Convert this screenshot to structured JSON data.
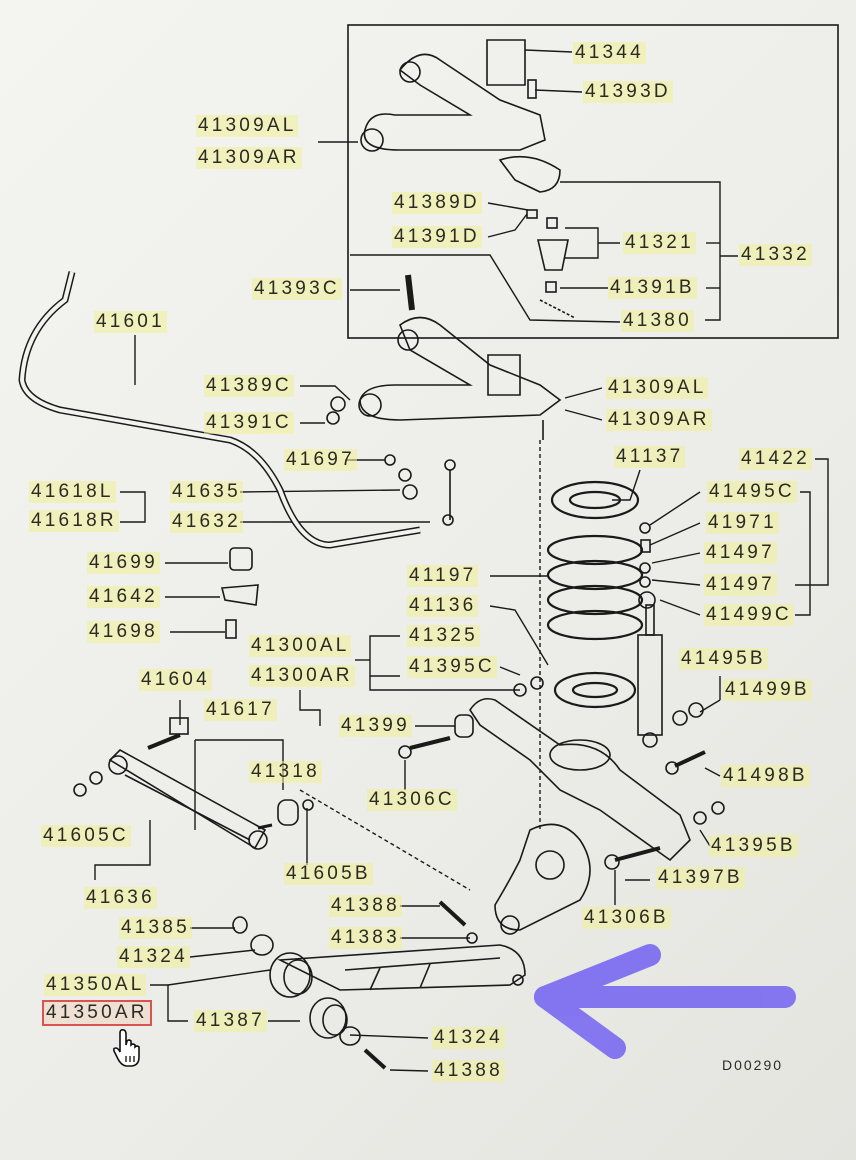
{
  "diagram_code": "D00290",
  "selected_part": "41350AR",
  "accent_colors": {
    "highlight": "#f0f096",
    "selection_box": "#d9534f",
    "arrow": "#7b6cf0"
  },
  "labels": [
    {
      "id": "l41344",
      "text": "41344"
    },
    {
      "id": "l41393D",
      "text": "41393D"
    },
    {
      "id": "l41309AL_top",
      "text": "41309AL"
    },
    {
      "id": "l41309AR_top",
      "text": "41309AR"
    },
    {
      "id": "l41389D",
      "text": "41389D"
    },
    {
      "id": "l41391D",
      "text": "41391D"
    },
    {
      "id": "l41321",
      "text": "41321"
    },
    {
      "id": "l41332",
      "text": "41332"
    },
    {
      "id": "l41391B",
      "text": "41391B"
    },
    {
      "id": "l41380",
      "text": "41380"
    },
    {
      "id": "l41393C",
      "text": "41393C"
    },
    {
      "id": "l41601",
      "text": "41601"
    },
    {
      "id": "l41389C",
      "text": "41389C"
    },
    {
      "id": "l41309AL_mid",
      "text": "41309AL"
    },
    {
      "id": "l41309AR_mid",
      "text": "41309AR"
    },
    {
      "id": "l41391C",
      "text": "41391C"
    },
    {
      "id": "l41137",
      "text": "41137"
    },
    {
      "id": "l41422",
      "text": "41422"
    },
    {
      "id": "l41697",
      "text": "41697"
    },
    {
      "id": "l41618L",
      "text": "41618L"
    },
    {
      "id": "l41635",
      "text": "41635"
    },
    {
      "id": "l41495C",
      "text": "41495C"
    },
    {
      "id": "l41618R",
      "text": "41618R"
    },
    {
      "id": "l41632",
      "text": "41632"
    },
    {
      "id": "l41971",
      "text": "41971"
    },
    {
      "id": "l41699",
      "text": "41699"
    },
    {
      "id": "l41497a",
      "text": "41497"
    },
    {
      "id": "l41497b",
      "text": "41497"
    },
    {
      "id": "l41197",
      "text": "41197"
    },
    {
      "id": "l41642",
      "text": "41642"
    },
    {
      "id": "l41136",
      "text": "41136"
    },
    {
      "id": "l41499C",
      "text": "41499C"
    },
    {
      "id": "l41698",
      "text": "41698"
    },
    {
      "id": "l41325",
      "text": "41325"
    },
    {
      "id": "l41300AL",
      "text": "41300AL"
    },
    {
      "id": "l41495B",
      "text": "41495B"
    },
    {
      "id": "l41395C",
      "text": "41395C"
    },
    {
      "id": "l41300AR",
      "text": "41300AR"
    },
    {
      "id": "l41604",
      "text": "41604"
    },
    {
      "id": "l41499B",
      "text": "41499B"
    },
    {
      "id": "l41617",
      "text": "41617"
    },
    {
      "id": "l41399",
      "text": "41399"
    },
    {
      "id": "l41318",
      "text": "41318"
    },
    {
      "id": "l41498B",
      "text": "41498B"
    },
    {
      "id": "l41306C",
      "text": "41306C"
    },
    {
      "id": "l41605C",
      "text": "41605C"
    },
    {
      "id": "l41395B",
      "text": "41395B"
    },
    {
      "id": "l41605B",
      "text": "41605B"
    },
    {
      "id": "l41397B",
      "text": "41397B"
    },
    {
      "id": "l41636",
      "text": "41636"
    },
    {
      "id": "l41388a",
      "text": "41388"
    },
    {
      "id": "l41306B",
      "text": "41306B"
    },
    {
      "id": "l41385",
      "text": "41385"
    },
    {
      "id": "l41383",
      "text": "41383"
    },
    {
      "id": "l41324a",
      "text": "41324"
    },
    {
      "id": "l41350AL",
      "text": "41350AL"
    },
    {
      "id": "l41350AR",
      "text": "41350AR"
    },
    {
      "id": "l41387",
      "text": "41387"
    },
    {
      "id": "l41324b",
      "text": "41324"
    },
    {
      "id": "l41388b",
      "text": "41388"
    }
  ]
}
